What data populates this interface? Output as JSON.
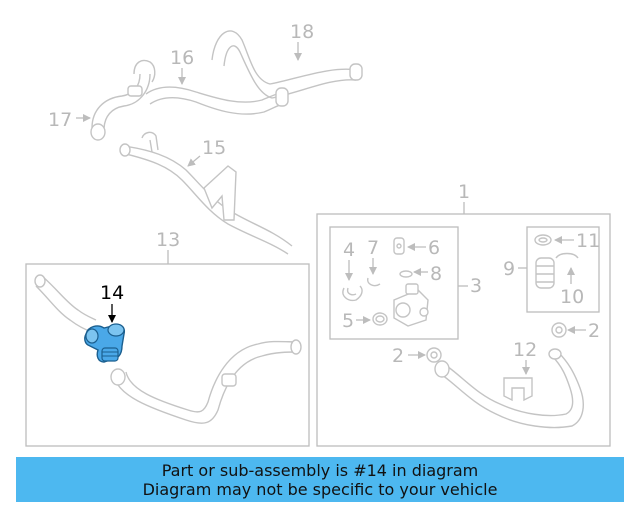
{
  "colors": {
    "banner_bg": "#4db8f0",
    "highlight_part": "#4aa8e8",
    "line_gray": "#bdbdbd"
  },
  "callouts": {
    "c1": "1",
    "c2a": "2",
    "c2b": "2",
    "c3": "3",
    "c4": "4",
    "c5": "5",
    "c6": "6",
    "c7": "7",
    "c8": "8",
    "c9": "9",
    "c10": "10",
    "c11": "11",
    "c12": "12",
    "c13": "13",
    "c14": "14",
    "c15": "15",
    "c16": "16",
    "c17": "17",
    "c18": "18"
  },
  "banner": {
    "line1": "Part or sub-assembly is #14 in diagram",
    "line2": "Diagram may not be specific to your vehicle"
  }
}
